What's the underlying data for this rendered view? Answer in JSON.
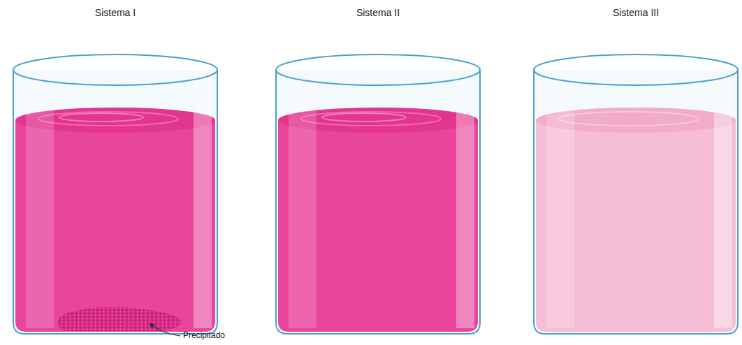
{
  "diagram": {
    "labels": [
      "Sistema I",
      "Sistema II",
      "Sistema III",
      "Precipitado"
    ]
  }
}
